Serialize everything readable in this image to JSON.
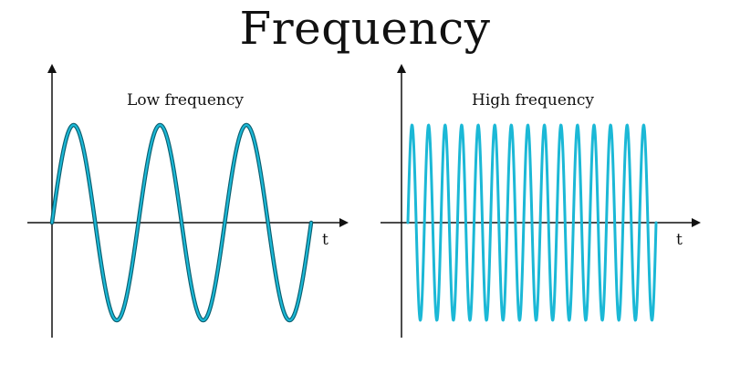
{
  "title": "Frequency",
  "colors": {
    "wave": "#1bb8d6",
    "wave_outline": "#0b5f70",
    "axis": "#111111",
    "background": "#ffffff"
  },
  "panels": [
    {
      "label": "Low frequency",
      "axis_label": "t",
      "cycles": 3,
      "outlined": true
    },
    {
      "label": "High frequency",
      "axis_label": "t",
      "cycles": 15,
      "outlined": false
    }
  ]
}
